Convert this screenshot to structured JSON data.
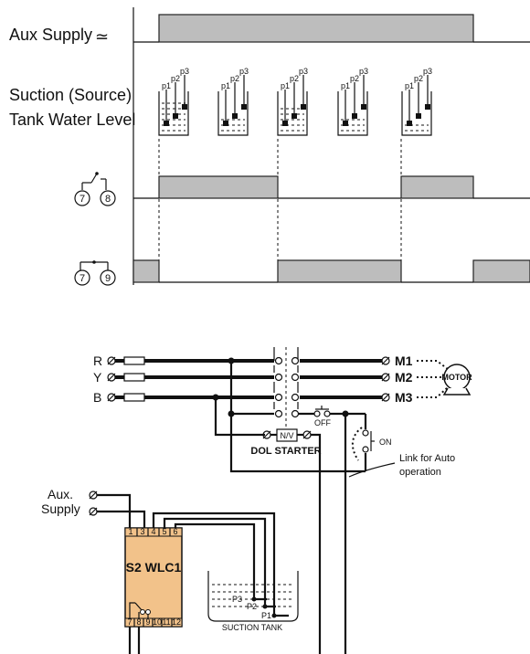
{
  "timing": {
    "aux_supply_label": "Aux Supply",
    "aux_supply_symbol": "≃",
    "tank_label_line1": "Suction (Source)",
    "tank_label_line2": "Tank Water Level",
    "probe_labels": [
      "p1",
      "p2",
      "p3"
    ],
    "contact_a_terminals": [
      "7",
      "8"
    ],
    "contact_b_terminals": [
      "7",
      "9"
    ]
  },
  "wiring": {
    "phases": [
      "R",
      "Y",
      "B"
    ],
    "motor_terminals": [
      "M1",
      "M2",
      "M3"
    ],
    "motor_label": "MOTOR",
    "nv_label": "N/V",
    "off_label": "OFF",
    "on_label": "ON",
    "starter_label": "DOL STARTER",
    "link_label_line1": "Link for Auto",
    "link_label_line2": "operation",
    "aux_label_line1": "Aux.",
    "aux_label_line2": "Supply",
    "controller_name": "S2 WLC1",
    "controller_top_terminals": [
      "1",
      "3",
      "4",
      "5",
      "6"
    ],
    "controller_bottom_terminals": [
      "7",
      "8",
      "9",
      "10",
      "11",
      "12"
    ],
    "tank_probes": [
      "P3",
      "P2",
      "P1"
    ],
    "tank_label": "SUCTION TANK"
  },
  "colors": {
    "controller_fill": "#f2c28a",
    "timing_bar": "#bdbdbd"
  }
}
